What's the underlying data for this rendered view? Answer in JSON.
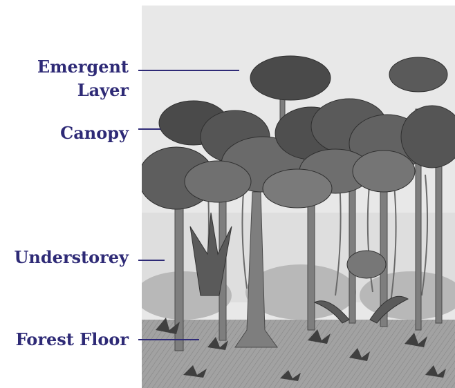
{
  "labels": {
    "emergent": [
      "Emergent",
      "Layer"
    ],
    "canopy": "Canopy",
    "understorey": "Understorey",
    "forest_floor": "Forest Floor"
  },
  "colors": {
    "label_text": "#2e2a76",
    "leader_line": "#2e2a76",
    "sky": "#e6e6e6",
    "foliage_dark": "#3d3d3d",
    "foliage_mid": "#6b6b6b",
    "foliage_light": "#9a9a9a",
    "trunk": "#7a7a7a",
    "ground": "#8c8c8c"
  },
  "illustration": {
    "description_icon": "rainforest-layers-illustration"
  }
}
